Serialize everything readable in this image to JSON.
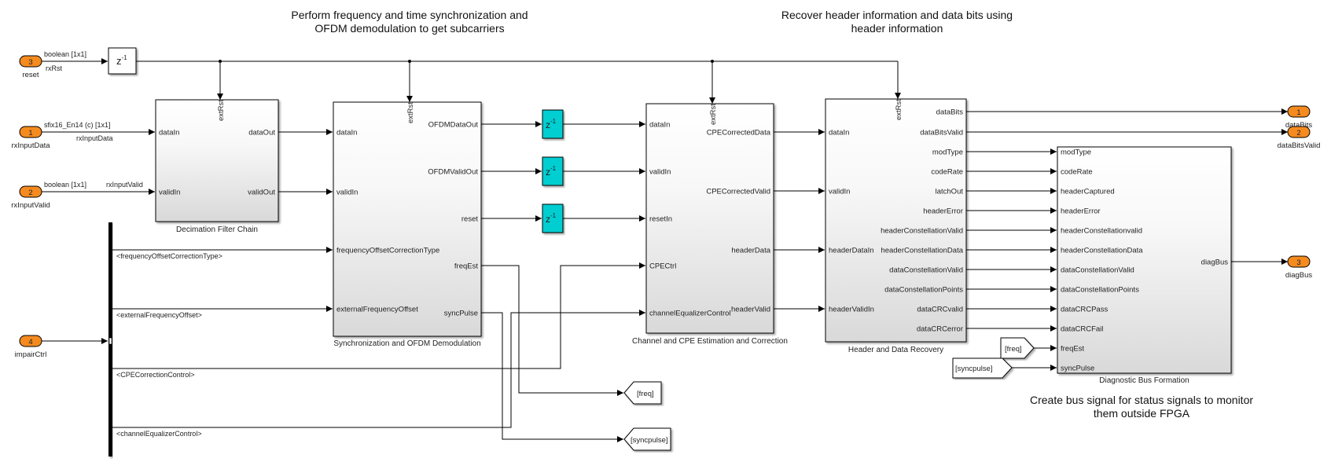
{
  "annotations": {
    "sync_line1": "Perform frequency and time synchronization and",
    "sync_line2": "OFDM demodulation to get subcarriers",
    "recover_line1": "Recover header information and data bits using",
    "recover_line2": "header information",
    "diag_line1": "Create bus signal for status signals to monitor",
    "diag_line2": "them outside FPGA"
  },
  "colors": {
    "port_fill": "#f58a1f",
    "delay_fill": "#00ced1",
    "block_top": "#ffffff",
    "block_bottom": "#d9d9d9"
  },
  "inports": [
    {
      "num": "3",
      "name": "reset",
      "signal_type": "boolean [1x1]",
      "signal_name": "rxRst"
    },
    {
      "num": "1",
      "name": "rxInputData",
      "signal_type": "sfix16_En14 (c) [1x1]",
      "signal_name": "rxInputData"
    },
    {
      "num": "2",
      "name": "rxInputValid",
      "signal_type": "boolean [1x1]",
      "signal_name": "rxInputValid"
    },
    {
      "num": "4",
      "name": "impairCtrl"
    }
  ],
  "outports": [
    {
      "num": "1",
      "name": "dataBits"
    },
    {
      "num": "2",
      "name": "dataBitsValid"
    },
    {
      "num": "3",
      "name": "diagBus"
    }
  ],
  "delay_label": "z",
  "delay_exp": "-1",
  "bus_selector_signals": [
    "<frequencyOffsetCorrectionType>",
    "<externalFrequencyOffset>",
    "<CPECorrectionControl>",
    "<channelEqualizerControl>"
  ],
  "blocks": {
    "decim": {
      "name": "Decimation Filter Chain",
      "reset_port": "extRst",
      "inputs": [
        "dataIn",
        "validIn"
      ],
      "outputs": [
        "dataOut",
        "validOut"
      ]
    },
    "sync": {
      "name": "Synchronization and OFDM Demodulation",
      "reset_port": "extRst",
      "inputs": [
        "dataIn",
        "validIn",
        "frequencyOffsetCorrectionType",
        "externalFrequencyOffset"
      ],
      "outputs": [
        "OFDMDataOut",
        "OFDMValidOut",
        "reset",
        "freqEst",
        "syncPulse"
      ]
    },
    "chan": {
      "name": "Channel and CPE Estimation and Correction",
      "reset_port": "extRst",
      "inputs": [
        "dataIn",
        "validIn",
        "resetIn",
        "CPECtrl",
        "channelEqualizerControl"
      ],
      "outputs": [
        "CPECorrectedData",
        "CPECorrectedValid",
        "headerData",
        "headerValid"
      ]
    },
    "hdr": {
      "name": "Header and Data Recovery",
      "reset_port": "extRst",
      "inputs": [
        "dataIn",
        "validIn",
        "headerDataIn",
        "headerValidIn"
      ],
      "outputs": [
        "dataBits",
        "dataBitsValid",
        "modType",
        "codeRate",
        "latchOut",
        "headerError",
        "headerConstellationValid",
        "headerConstellationData",
        "dataConstellationValid",
        "dataConstellationPoints",
        "dataCRCvalid",
        "dataCRCerror"
      ]
    },
    "diag": {
      "name": "Diagnostic Bus Formation",
      "inputs": [
        "modType",
        "codeRate",
        "headerCaptured",
        "headerError",
        "headerConstellationvalid",
        "headerConstellationData",
        "dataConstellationValid",
        "dataConstellationPoints",
        "dataCRCPass",
        "dataCRCFail",
        "freqEst",
        "syncPulse"
      ],
      "outputs": [
        "diagBus"
      ]
    }
  },
  "goto_tags": [
    "[freq]",
    "[syncpulse]"
  ],
  "from_tags": [
    "[freq]",
    "[syncpulse]"
  ]
}
